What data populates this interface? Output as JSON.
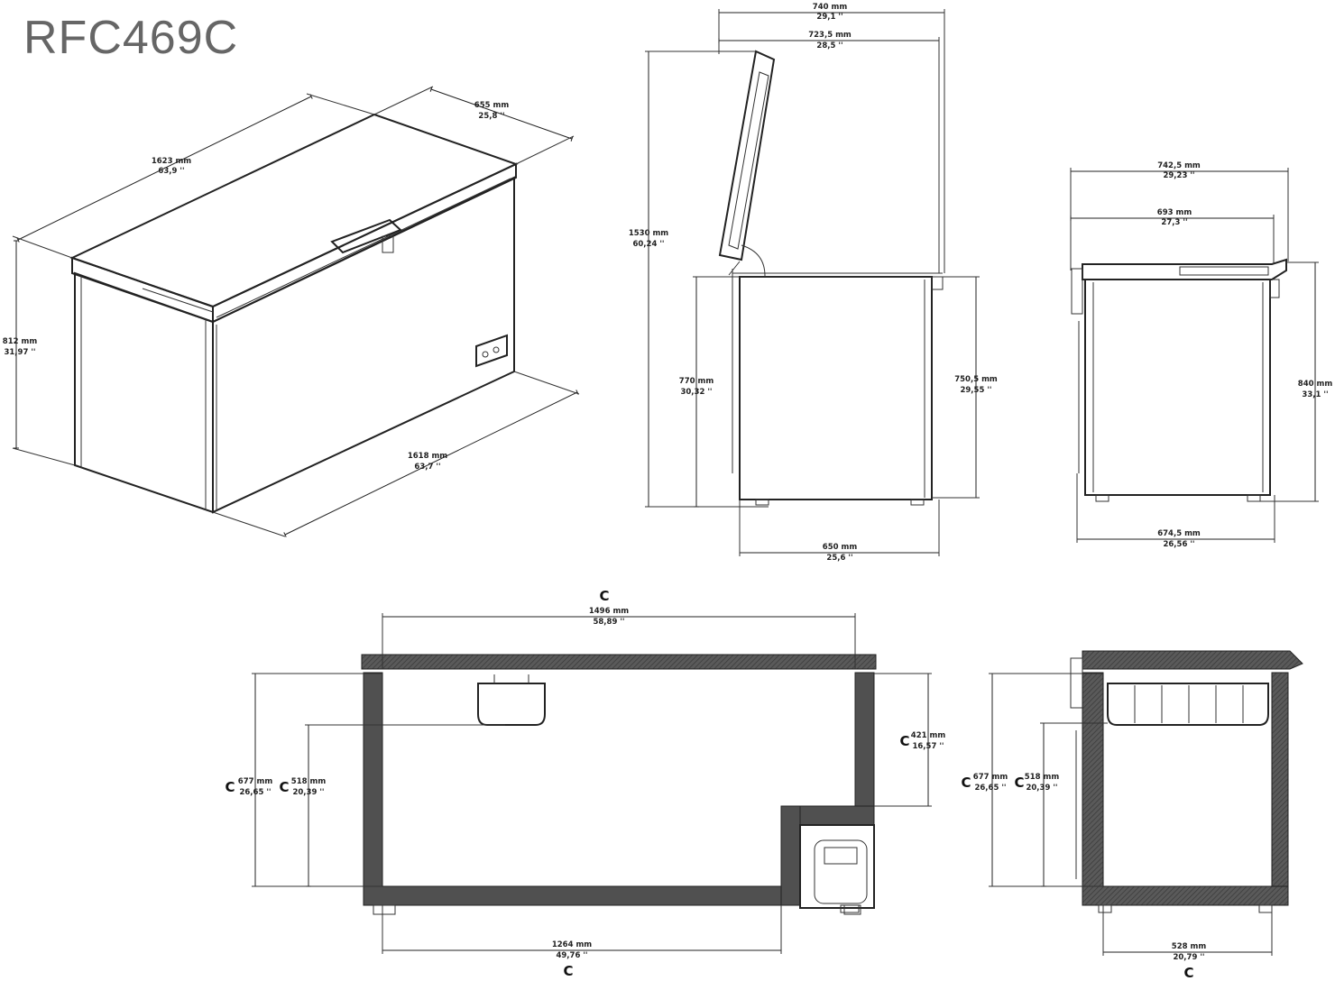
{
  "title": "RFC469C",
  "iso": {
    "width": {
      "mm": "1623 mm",
      "in": "63,9 ''"
    },
    "depth": {
      "mm": "655 mm",
      "in": "25,8 ''"
    },
    "height": {
      "mm": "812 mm",
      "in": "31,97 ''"
    },
    "bottom": {
      "mm": "1618 mm",
      "in": "63,7 ''"
    }
  },
  "side_open": {
    "overall_depth": {
      "mm": "740 mm",
      "in": "29,1 ''"
    },
    "lid_depth": {
      "mm": "723,5 mm",
      "in": "28,5 ''"
    },
    "open_height": {
      "mm": "1530 mm",
      "in": "60,24 ''"
    },
    "cabinet_height": {
      "mm": "770 mm",
      "in": "30,32 ''"
    },
    "rear_height": {
      "mm": "750,5 mm",
      "in": "29,55 ''"
    },
    "base_depth": {
      "mm": "650 mm",
      "in": "25,6 ''"
    }
  },
  "side_closed": {
    "overall_depth": {
      "mm": "742,5 mm",
      "in": "29,23 ''"
    },
    "lid_depth": {
      "mm": "693 mm",
      "in": "27,3 ''"
    },
    "height": {
      "mm": "840 mm",
      "in": "33,1 ''"
    },
    "base_depth": {
      "mm": "674,5 mm",
      "in": "26,56 ''"
    }
  },
  "section_front": {
    "marker": "C",
    "inner_width": {
      "mm": "1496 mm",
      "in": "58,89 ''"
    },
    "inner_height": {
      "mm": "677 mm",
      "in": "26,65 ''"
    },
    "basket_height": {
      "mm": "518 mm",
      "in": "20,39 ''"
    },
    "step_height": {
      "mm": "421 mm",
      "in": "16,57 ''"
    },
    "floor_width": {
      "mm": "1264 mm",
      "in": "49,76 ''"
    }
  },
  "section_side": {
    "marker": "C",
    "inner_height": {
      "mm": "677 mm",
      "in": "26,65 ''"
    },
    "basket_height": {
      "mm": "518 mm",
      "in": "20,39 ''"
    },
    "floor_depth": {
      "mm": "528 mm",
      "in": "20,79 ''"
    }
  }
}
